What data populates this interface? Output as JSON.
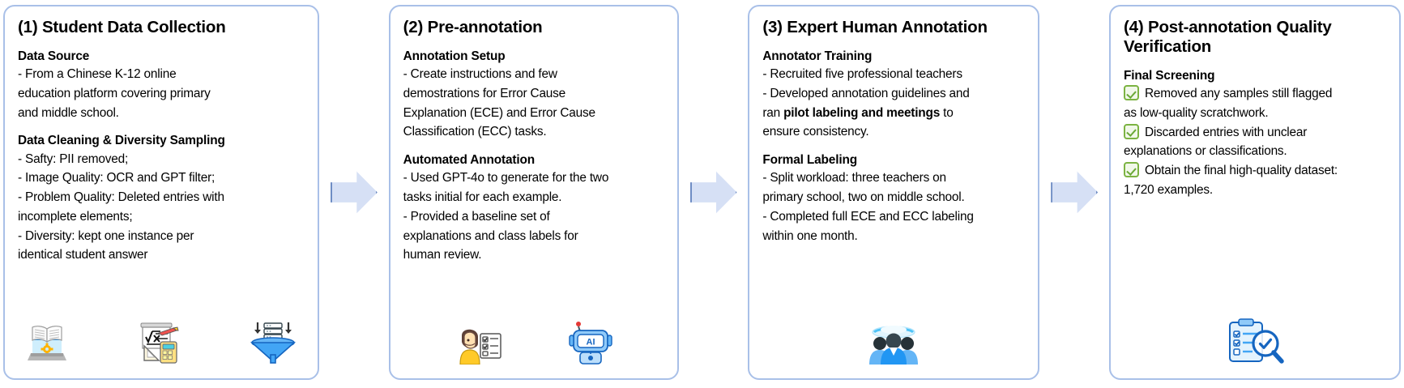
{
  "diagram": {
    "title": "Data construction pipeline",
    "accent_border": "#a9c0e8",
    "arrow_fill": "#d6e0f5",
    "arrow_stroke": "#6f8dc4",
    "check_color": "#7cb342"
  },
  "panels": [
    {
      "title": "(1) Student Data Collection",
      "sections": [
        {
          "head": "Data Source",
          "lines": [
            "- From a Chinese K-12 online",
            "education platform covering primary",
            "and middle school."
          ]
        },
        {
          "head": "Data Cleaning & Diversity Sampling",
          "lines": [
            "- Safty: PII removed;",
            "- Image Quality: OCR and GPT filter;",
            "- Problem Quality: Deleted entries with",
            "incomplete elements;",
            "- Diversity: kept one instance per",
            "identical student answer"
          ]
        }
      ],
      "icons": [
        "open-book-laptop-icon",
        "math-whiteboard-calculator-icon",
        "data-funnel-icon"
      ]
    },
    {
      "title": "(2) Pre-annotation",
      "sections": [
        {
          "head": "Annotation Setup",
          "lines": [
            "- Create instructions and few",
            "demostrations for Error Cause",
            "Explanation (ECE) and Error Cause",
            "Classification (ECC) tasks."
          ]
        },
        {
          "head": "Automated Annotation",
          "lines": [
            "- Used GPT-4o to generate for the two",
            "tasks initial for each example.",
            "- Provided a baseline set of",
            "explanations and class labels for",
            "human review."
          ]
        }
      ],
      "icons": [
        "person-checklist-icon",
        "ai-robot-icon"
      ]
    },
    {
      "title": "(3) Expert Human Annotation",
      "sections": [
        {
          "head": "Annotator Training",
          "lines": [
            "- Recruited five professional teachers",
            "- Developed annotation guidelines and",
            "ran |b:pilot labeling and meetings| to",
            "ensure consistency."
          ]
        },
        {
          "head": "Formal Labeling",
          "lines": [
            "- Split workload: three teachers on",
            "primary school, two on middle school.",
            "- Completed full ECE and ECC labeling",
            "within one month."
          ]
        }
      ],
      "icons": [
        "teacher-group-icon"
      ]
    },
    {
      "title": "(4) Post-annotation Quality Verification",
      "sections": [
        {
          "head": "Final Screening",
          "checks": [
            [
              "Removed any samples still flagged",
              "as low-quality scratchwork."
            ],
            [
              "Discarded entries with unclear",
              "explanations or classifications."
            ],
            [
              "Obtain the final high-quality dataset:",
              "1,720 examples."
            ]
          ]
        }
      ],
      "icons": [
        "clipboard-magnifier-icon"
      ]
    }
  ],
  "arrows": [
    "flow-arrow-1-to-2",
    "flow-arrow-2-to-3",
    "flow-arrow-3-to-4"
  ]
}
